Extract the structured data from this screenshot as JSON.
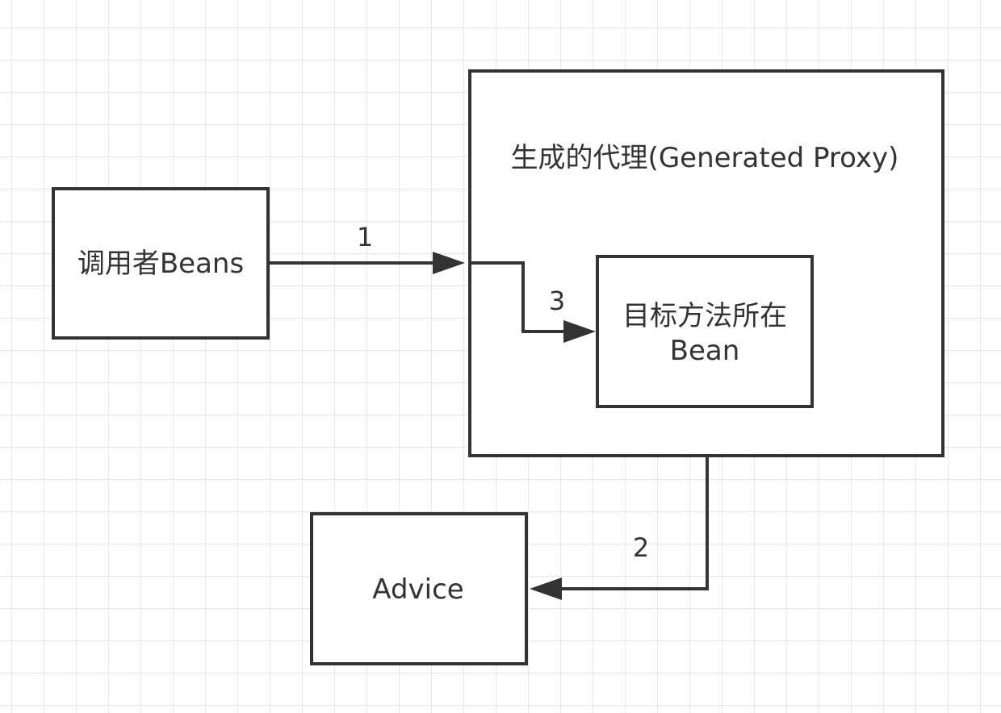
{
  "nodes": {
    "caller": {
      "label": "调用者Beans"
    },
    "proxy": {
      "label": "生成的代理(Generated Proxy)"
    },
    "target": {
      "line1": "目标方法所在",
      "line2": "Bean"
    },
    "advice": {
      "label": "Advice"
    }
  },
  "edges": {
    "call": {
      "label": "1"
    },
    "advice": {
      "label": "2"
    },
    "invoke": {
      "label": "3"
    }
  },
  "colors": {
    "stroke": "#333333",
    "grid": "#e6e6e6",
    "background": "#ffffff"
  }
}
